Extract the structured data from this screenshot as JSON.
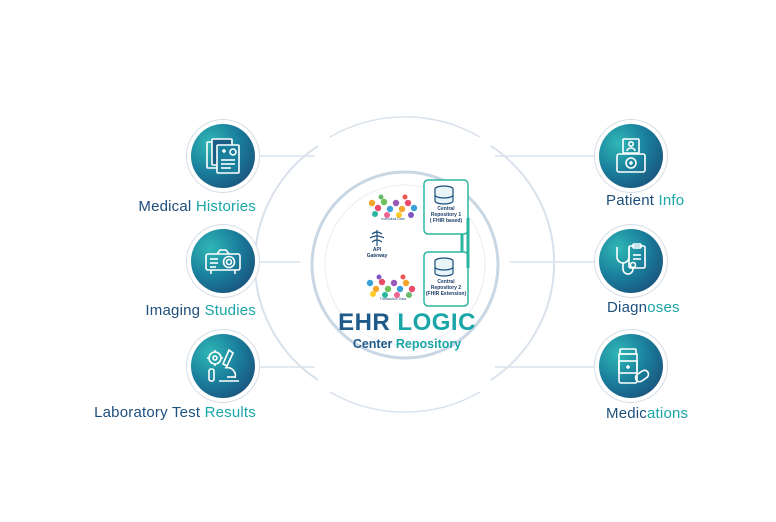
{
  "diagram": {
    "center": {
      "title_part1": "EHR",
      "title_part2": "LOGIC",
      "subtitle_part1": "Center",
      "subtitle_part2": "Repository",
      "api_gateway_label": "API\nGateway",
      "repo1_label": "Central\nRepository 1\n( FHIR based)",
      "repo2_label": "Central\nRepository 2\n(FHIR Extension)",
      "cluster1_caption": "Individual Data",
      "cluster2_caption": "Transaction Data"
    },
    "left_items": [
      {
        "label_part1": "Medical",
        "label_part2": "Histories",
        "icon": "medical-records-icon"
      },
      {
        "label_part1": "Imaging",
        "label_part2": "Studies",
        "icon": "projector-icon"
      },
      {
        "label_part1": "Laboratory Test",
        "label_part2": "Results",
        "icon": "microscope-icon"
      }
    ],
    "right_items": [
      {
        "label_part1": "Patient",
        "label_part2": "Info",
        "icon": "patient-id-icon"
      },
      {
        "label_part1": "Diagn",
        "label_part2": "oses",
        "icon": "stethoscope-icon"
      },
      {
        "label_part1": "Medic",
        "label_part2": "ations",
        "icon": "medicine-bottle-icon"
      }
    ],
    "colors": {
      "navy": "#1d4f7c",
      "teal": "#1aa5a8",
      "ring": "#c9d6e3",
      "connector": "#2bb5a0"
    }
  }
}
